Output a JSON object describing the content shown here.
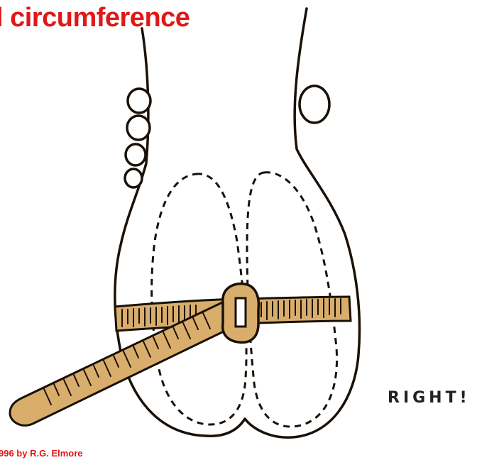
{
  "diagram": {
    "title": "l circumference",
    "verdict": "RIGHT!",
    "copyright": "996 by R.G. Elmore"
  },
  "colors": {
    "title": "#e01818",
    "tape": "#d9ad6c",
    "outline": "#1a1108",
    "background": "#ffffff"
  }
}
